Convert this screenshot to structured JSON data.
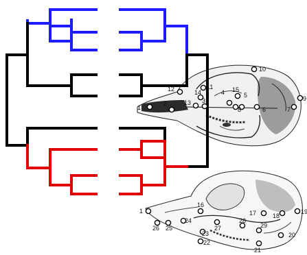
{
  "tree_colors": {
    "top_clade": "#1d1dff",
    "middle_clade": "#000000",
    "bottom_clade": "#e00000",
    "backbone": "#000000"
  },
  "dorsal_landmarks": [
    "1",
    "2",
    "3",
    "4",
    "5",
    "6",
    "7",
    "8",
    "9",
    "10",
    "11",
    "12",
    "13",
    "14",
    "15"
  ],
  "lateral_landmarks": [
    "1",
    "16",
    "17",
    "18",
    "19",
    "20",
    "21",
    "22",
    "23",
    "24",
    "25",
    "26",
    "27",
    "28",
    "29"
  ]
}
